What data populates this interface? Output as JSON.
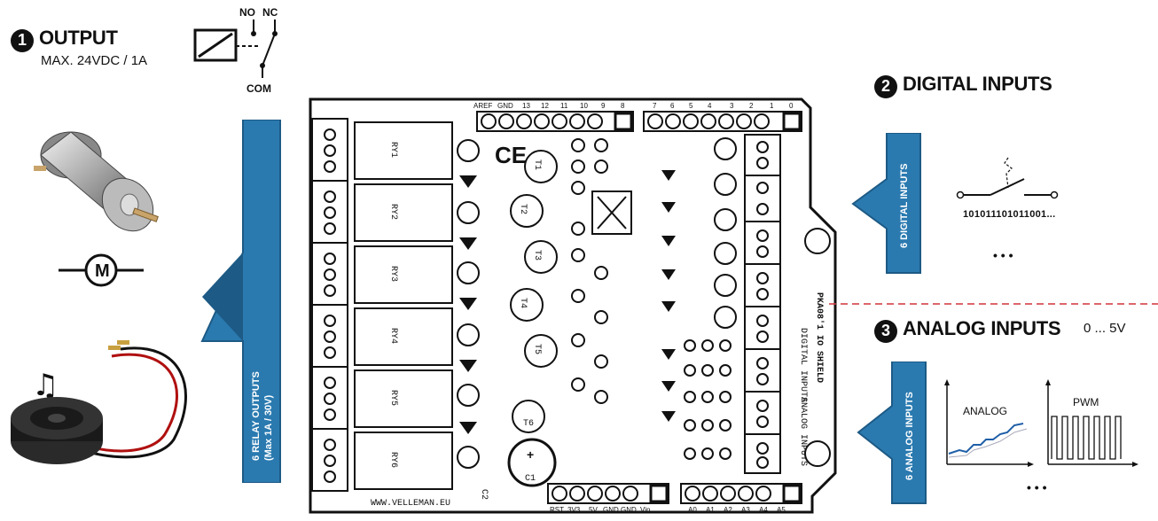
{
  "output": {
    "number": "1",
    "title": "OUTPUT",
    "spec": "MAX. 24VDC / 1A",
    "relay_no": "NO",
    "relay_nc": "NC",
    "relay_com": "COM",
    "motor_symbol": "M"
  },
  "digital": {
    "number": "2",
    "title": "DIGITAL INPUTS",
    "bits": "101011101011001...",
    "ellipsis": "• • •"
  },
  "analog": {
    "number": "3",
    "title": "ANALOG INPUTS",
    "range": "0 ... 5V",
    "analog_label": "ANALOG",
    "pwm_label": "PWM",
    "ellipsis": "• • •"
  },
  "arrows": {
    "relay_line1": "6  RELAY OUTPUTS",
    "relay_line2": "(Max 1A / 30V)",
    "digital": "6  DIGITAL INPUTS",
    "analog": "6  ANALOG INPUTS"
  },
  "board": {
    "name": "PKA08'1 IO SHIELD",
    "url": "WWW.VELLEMAN.EU",
    "digital_inputs": "DIGITAL INPUTS",
    "analog_inputs": "ANALOG INPUTS",
    "header_top_left": [
      "AREF",
      "GND",
      "13",
      "12",
      "11",
      "10",
      "9",
      "8"
    ],
    "header_top_right": [
      "7",
      "6",
      "5",
      "4",
      "3",
      "2",
      "1",
      "0"
    ],
    "header_bottom_left": [
      "RST",
      "3V3",
      "5V",
      "GND",
      "GND",
      "Vin"
    ],
    "header_bottom_right": [
      "A0",
      "A1",
      "A2",
      "A3",
      "A4",
      "A5"
    ],
    "relays": [
      "RY1",
      "RY2",
      "RY3",
      "RY4",
      "RY5",
      "RY6"
    ],
    "transistors": [
      "T1",
      "T2",
      "T3",
      "T4",
      "T5",
      "T6"
    ],
    "capacitors": [
      "C1",
      "C2"
    ]
  },
  "colors": {
    "arrow_blue": "#2a7ab0",
    "arrow_dark": "#1d5a85",
    "board_outline": "#111111",
    "dashed_line": "#d0343a",
    "analog_line": "#1f5fa8"
  }
}
